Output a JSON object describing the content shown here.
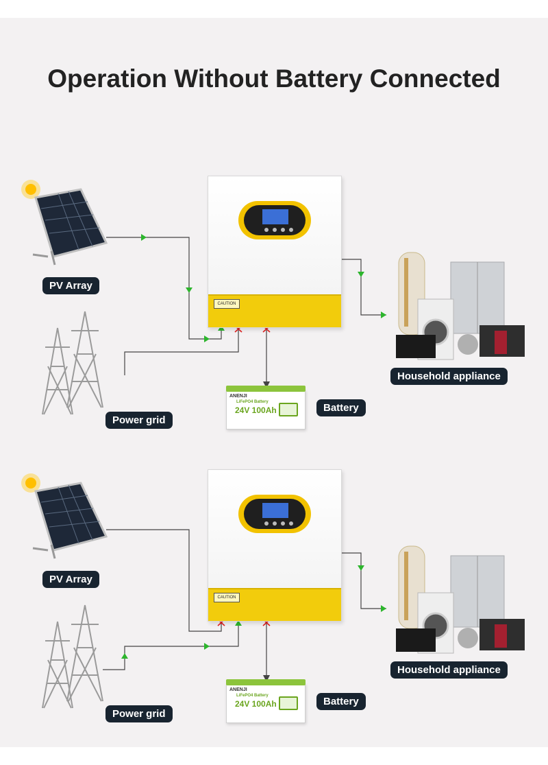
{
  "title": "Operation Without Battery Connected",
  "labels": {
    "pv_array": "PV Array",
    "power_grid": "Power grid",
    "battery": "Battery",
    "household": "Household appliance"
  },
  "inverter": {
    "caution_text": "CAUTION"
  },
  "battery_label": {
    "brand": "ANENJI",
    "type": "LiFePO4 Battery",
    "spec": "24V 100Ah"
  },
  "colors": {
    "background": "#f3f1f2",
    "flow_arrow": "#2db52d",
    "blocked_mark": "#e02020",
    "inverter_accent": "#f2cc0c",
    "pill": "#182430"
  }
}
